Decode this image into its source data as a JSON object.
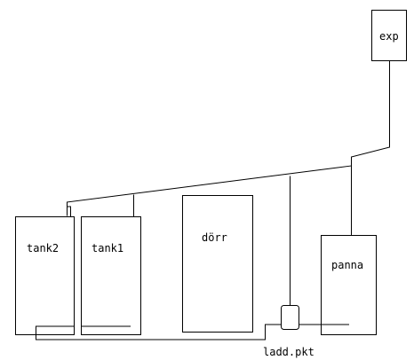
{
  "diagram": {
    "components": {
      "exp": "exp",
      "tank2": "tank2",
      "tank1": "tank1",
      "dorr": "dörr",
      "panna": "panna",
      "laddpkt": "ladd.pkt"
    },
    "colors": {
      "line": "#000000",
      "fill": "#ffffff",
      "background": "#ffffff"
    }
  }
}
